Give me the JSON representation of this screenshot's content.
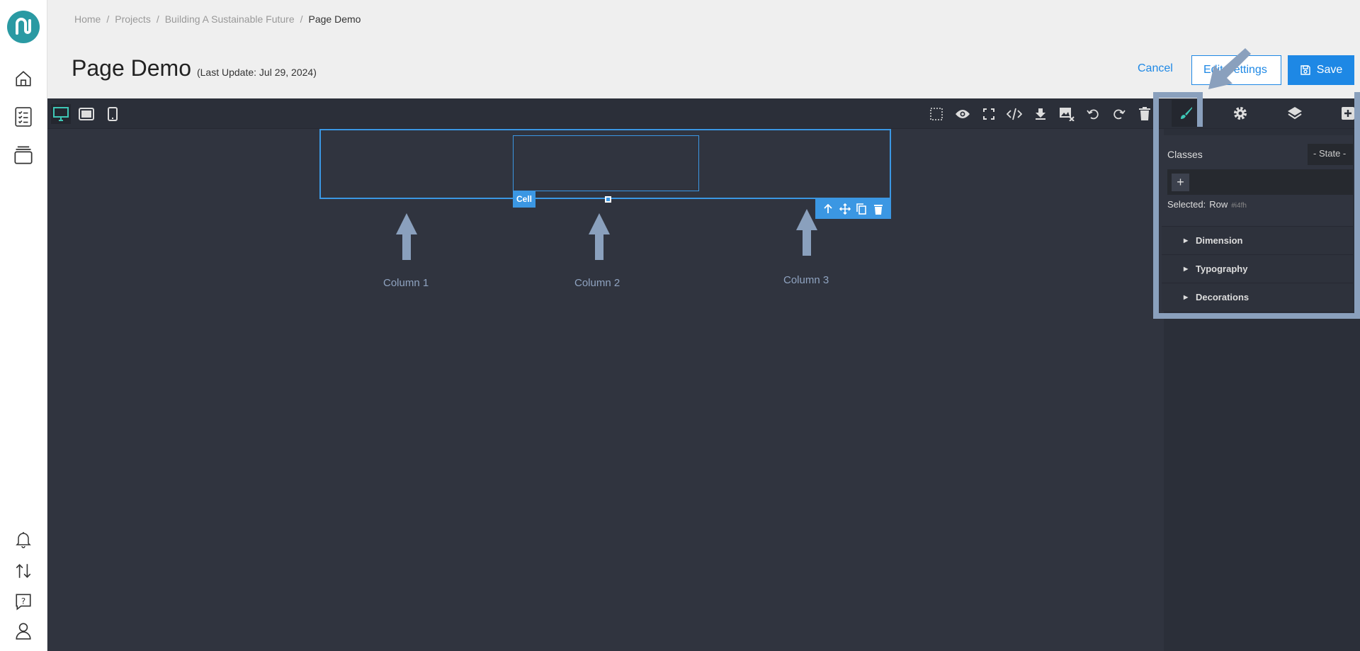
{
  "breadcrumb": {
    "items": [
      "Home",
      "Projects",
      "Building A Sustainable Future"
    ],
    "separator": "/",
    "current": "Page Demo"
  },
  "page": {
    "title": "Page Demo",
    "last_update": "(Last Update: Jul 29, 2024)"
  },
  "actions": {
    "cancel_label": "Cancel",
    "edit_settings_label": "Edit Settings",
    "save_label": "Save"
  },
  "canvas": {
    "cell_badge": "Cell",
    "columns": [
      "Column 1",
      "Column 2",
      "Column 3"
    ]
  },
  "style_manager": {
    "classes_label": "Classes",
    "state_label": "- State -",
    "add_label": "+",
    "selected_label": "Selected:",
    "selected_component": "Row",
    "selected_id": "#i4fh",
    "sections": [
      "Dimension",
      "Typography",
      "Decorations"
    ]
  },
  "colors": {
    "accent": "#1e88e5",
    "editor_bg": "#30343f",
    "toolbar_bg": "#2b2f39",
    "highlight": "#8aa0bd",
    "logo": "#2a9aa3",
    "active_icon": "#3ec7b6"
  },
  "icons": {
    "sidebar_top": [
      "home-icon",
      "checklist-icon",
      "stack-icon"
    ],
    "sidebar_bottom": [
      "bell-icon",
      "transfer-icon",
      "help-icon",
      "user-icon"
    ],
    "devices": [
      "desktop-icon",
      "tablet-icon",
      "mobile-icon"
    ],
    "editor_tools": [
      "select-area-icon",
      "eye-icon",
      "fullscreen-icon",
      "code-icon",
      "download-icon",
      "image-remove-icon",
      "undo-icon",
      "redo-icon",
      "trash-icon"
    ],
    "panel_tabs": [
      "brush-icon",
      "gear-icon",
      "layers-icon",
      "add-block-icon"
    ],
    "row_tools": [
      "arrow-up-icon",
      "move-icon",
      "copy-icon",
      "delete-icon"
    ]
  }
}
